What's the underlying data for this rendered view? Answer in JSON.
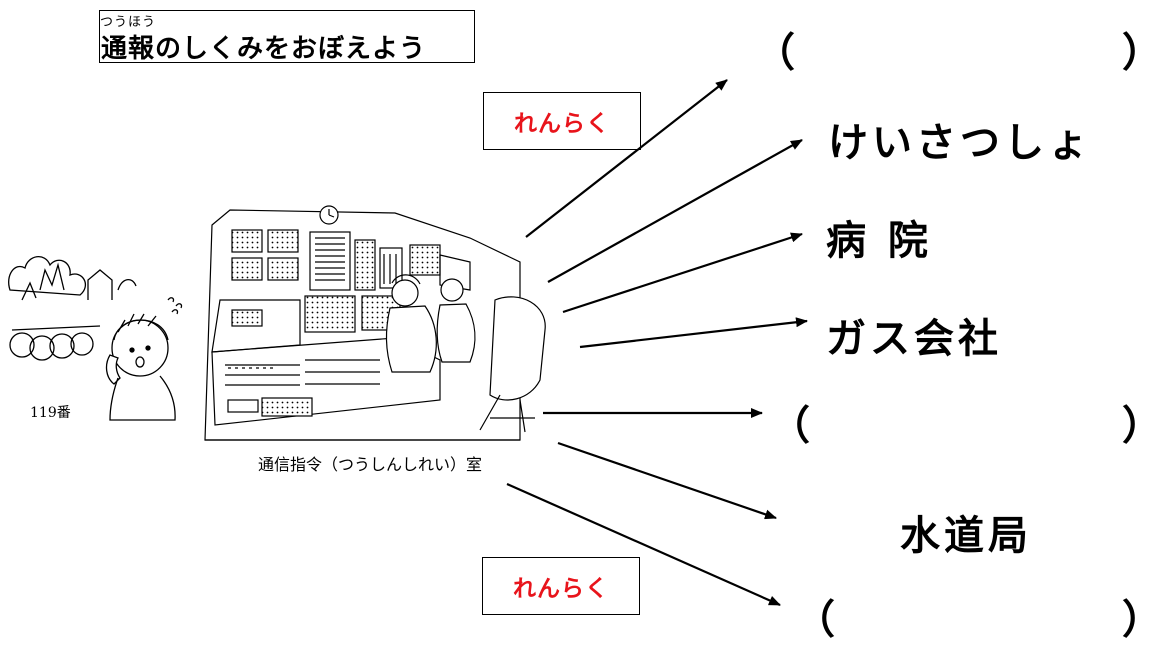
{
  "title": {
    "ruby": "つうほう",
    "text": "通報のしくみをおぼえよう"
  },
  "labels": {
    "renraku_top": "れんらく",
    "renraku_bottom": "れんらく"
  },
  "left_caption": "119番",
  "center_caption": "通信指令（つうしんしれい）室",
  "destinations": {
    "blank1": {
      "open": "（",
      "close": "）"
    },
    "police": "けいさつしょ",
    "hospital": "病 院",
    "gas": "ガス会社",
    "blank2": {
      "open": "（",
      "close": "）"
    },
    "water": "水道局",
    "blank3": {
      "open": "（",
      "close": "）"
    }
  },
  "colors": {
    "label_red": "#e8141b",
    "line": "#000000"
  }
}
